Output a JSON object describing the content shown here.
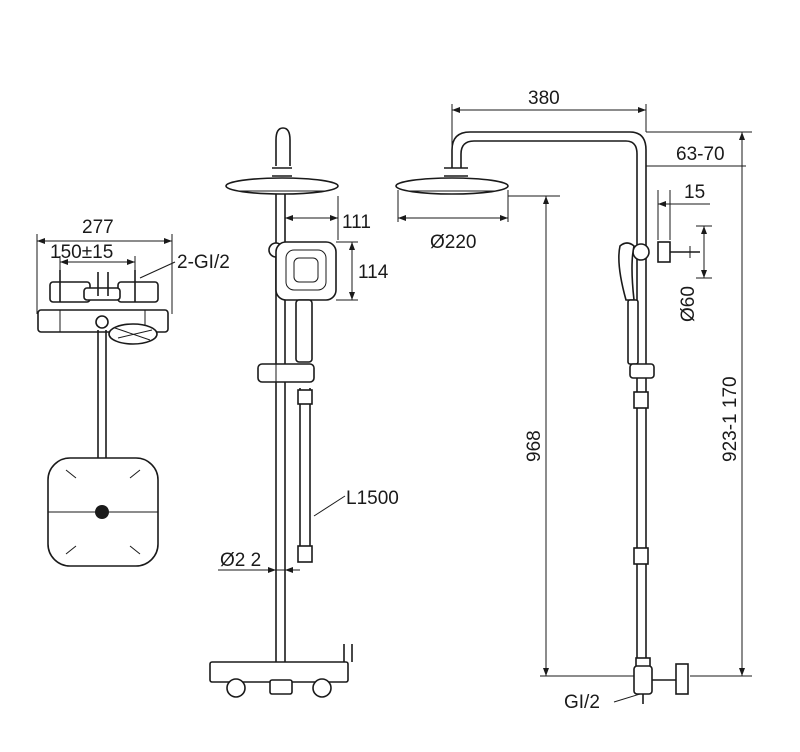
{
  "figure": {
    "dimensions": {
      "width_277": "277",
      "spacing_150": "150±15",
      "inlet_2gi": "2-GI/2",
      "depth_111": "111",
      "height_114": "114",
      "hose_l1500": "L1500",
      "dia_22": "Ø2 2",
      "arm_380": "380",
      "offset_6370": "63-70",
      "gap_15": "15",
      "dia_220": "Ø220",
      "dia_60": "Ø60",
      "height_968": "968",
      "height_9231170": "923-1 170",
      "inlet_gi2": "GI/2"
    },
    "stroke_color": "#1a1a1a",
    "background_color": "#ffffff"
  }
}
